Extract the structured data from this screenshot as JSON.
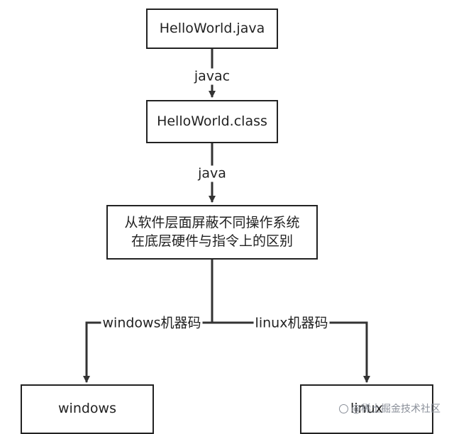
{
  "nodes": {
    "source": "HelloWorld.java",
    "bytecode": "HelloWorld.class",
    "jvm": [
      "从软件层面屏蔽不同操作系统",
      "在底层硬件与指令上的区别"
    ],
    "windows": "windows",
    "linux": "linux"
  },
  "edges": {
    "compile": "javac",
    "run": "java",
    "to_windows": "windows机器码",
    "to_linux": "linux机器码"
  },
  "watermark": {
    "text": "@稀土掘金技术社区",
    "icon": "circle-logo-icon"
  }
}
